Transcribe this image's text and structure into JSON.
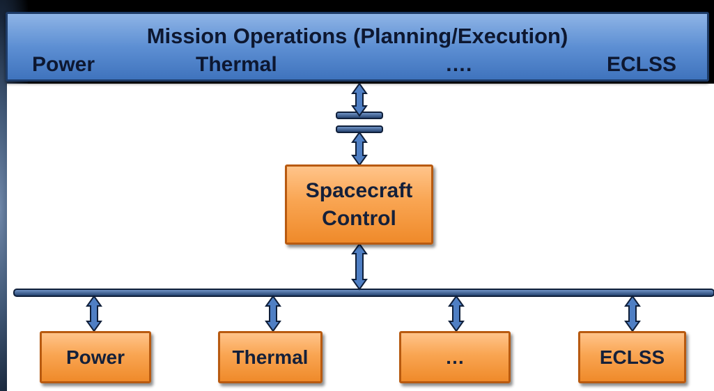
{
  "mission_operations": {
    "title": "Mission Operations (Planning/Execution)",
    "items": [
      "Power",
      "Thermal",
      "….",
      "ECLSS"
    ]
  },
  "spacecraft_control": {
    "line1": "Spacecraft",
    "line2": "Control"
  },
  "subsystems": [
    "Power",
    "Thermal",
    "…",
    "ECLSS"
  ],
  "colors": {
    "mission_bar": "#5d8fd3",
    "box_fill": "#f9a552",
    "box_border": "#b85a10",
    "bus_line": "#1d3b67",
    "arrow_fill": "#4f7fc4",
    "background": "#000000",
    "panel": "#ffffff"
  }
}
